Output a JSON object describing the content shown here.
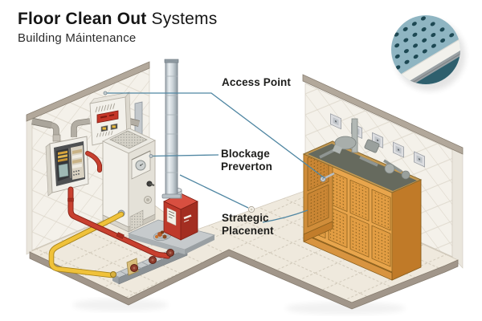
{
  "header": {
    "title_bold": "Floor Clean Out",
    "title_regular": " Systems",
    "subtitle": "Building Máintenance"
  },
  "callouts": {
    "access_point": "Access Point",
    "blockage_line1": "Blockage",
    "blockage_line2": "Preverton",
    "strategic_line1": "Strategic",
    "strategic_line2": "Placenent"
  },
  "colors": {
    "leader_line": "#4f86a2",
    "label_text": "#1d1d1b",
    "wall_tile": "#f4f1ea",
    "floor_tile": "#efe9dd",
    "trim_taupe": "#b2a89b",
    "cabinet_orange": "#e8a54c",
    "alarm_red": "#bf392b",
    "pipe_red": "#c8402f",
    "pipe_yellow": "#f0c23a",
    "inset_blue": "#8fb5c2",
    "inset_teal_dark": "#2e5f6d"
  }
}
